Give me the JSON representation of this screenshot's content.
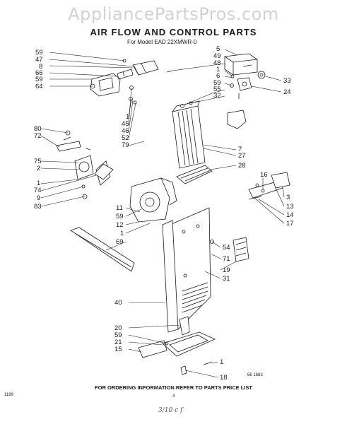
{
  "watermark": "AppliancePartsPros.com",
  "title": "AIR FLOW AND CONTROL PARTS",
  "subtitle": "For Model EAD 22XMWR-0",
  "footer": "FOR ORDERING INFORMATION REFER TO PARTS PRICE LIST",
  "diagram_code": "66 1683",
  "doc_code": "1189",
  "page_mark": "4",
  "handwriting": "3/10 c f",
  "callouts": {
    "c59a": "59",
    "c47": "47",
    "c8": "8",
    "c66": "66",
    "c59b": "59",
    "c64": "64",
    "c5": "5",
    "c49": "49",
    "c48": "48",
    "c1a": "1",
    "c6": "6",
    "c59c": "59",
    "c55": "55",
    "c32": "32",
    "c33": "33",
    "c24": "24",
    "c1b": "1",
    "c45": "45",
    "c46": "46",
    "c52": "52",
    "c79": "79",
    "c80": "80",
    "c72": "72",
    "c75": "75",
    "c2": "2",
    "c1c": "1",
    "c74": "74",
    "c9": "9",
    "c83": "83",
    "c7": "7",
    "c27": "27",
    "c28": "28",
    "c16": "16",
    "c3": "3",
    "c13": "13",
    "c14": "14",
    "c17": "17",
    "c11": "11",
    "c59d": "59",
    "c12": "12",
    "c1d": "1",
    "c69": "69",
    "c54": "54",
    "c71": "71",
    "c19": "19",
    "c31": "31",
    "c40": "40",
    "c20": "20",
    "c59e": "59",
    "c21": "21",
    "c15": "15",
    "c1e": "1",
    "c18": "18"
  }
}
